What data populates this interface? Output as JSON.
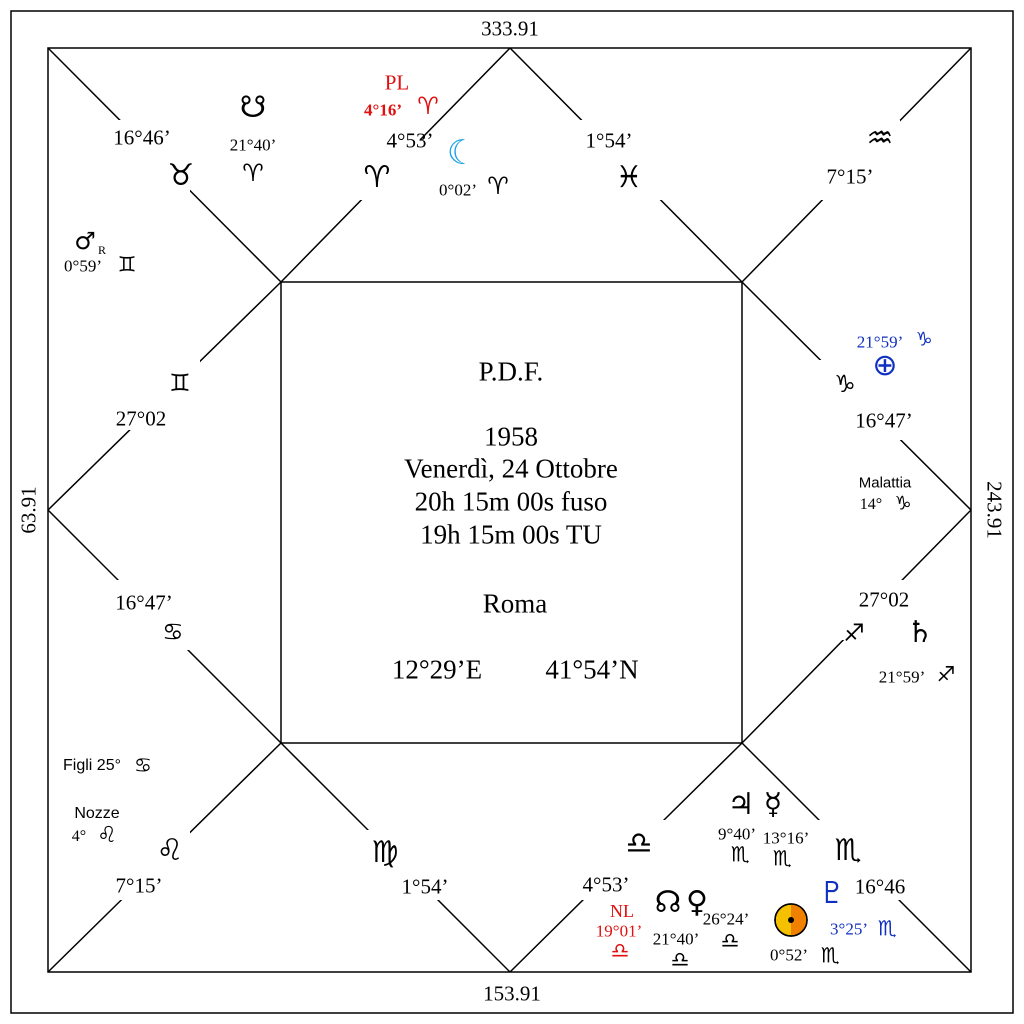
{
  "borders": {
    "top": "333.91",
    "right": "243.91",
    "bottom": "153.91",
    "left": "63.91"
  },
  "center": {
    "name": "P.D.F.",
    "year": "1958",
    "date": "Venerdì, 24 Ottobre",
    "local_time": "20h 15m 00s fuso",
    "ut_time": "19h 15m 00s TU",
    "place": "Roma",
    "longitude": "12°29’E",
    "latitude": "41°54’N"
  },
  "cusps": {
    "taurus_deg": "16°46’",
    "taurus_sign": "♉",
    "aries_deg": "4°53’",
    "aries_sign": "♈",
    "pisces_deg": "1°54’",
    "pisces_sign": "♓",
    "aquarius_deg": "7°15’",
    "aquarius_sign": "♒",
    "capricorn_sign": "♑",
    "capricorn_deg": "16°47’",
    "sagittarius_deg": "27°02",
    "sagittarius_sign": "♐",
    "scorpio_sign": "♏",
    "scorpio_deg": "16°46",
    "libra_sign": "♎",
    "libra_deg": "4°53’",
    "virgo_sign": "♍",
    "virgo_deg": "1°54’",
    "leo_sign": "♌",
    "leo_deg": "7°15’",
    "cancer_deg": "16°47’",
    "cancer_sign": "♋",
    "gemini_sign": "♊",
    "gemini_deg": "27°02"
  },
  "planets": {
    "south_node": {
      "glyph": "☋",
      "deg": "21°40’",
      "sign": "♈"
    },
    "full_moon": {
      "label": "PL",
      "deg": "4°16’",
      "sign": "♈",
      "color": "#e01010"
    },
    "moon": {
      "glyph": "☾",
      "deg": "0°02’",
      "sign": "♈",
      "color": "#1aa0e8"
    },
    "mars": {
      "glyph": "♂",
      "retro": "R",
      "deg": "0°59’",
      "sign": "♊"
    },
    "part_fortune": {
      "glyph": "⊕",
      "deg": "21°59’",
      "sign": "♑",
      "color": "#1030c0"
    },
    "malattia": {
      "label": "Malattia",
      "deg": "14°",
      "sign": "♑"
    },
    "saturn": {
      "glyph": "♄",
      "deg": "21°59’",
      "sign": "♐"
    },
    "jupiter": {
      "glyph": "♃",
      "deg": "9°40’",
      "sign": "♏"
    },
    "mercury": {
      "glyph": "☿",
      "deg": "13°16’",
      "sign": "♏"
    },
    "pluto": {
      "glyph": "♇",
      "deg": "3°25’",
      "sign": "♏",
      "color": "#1030c0"
    },
    "sun": {
      "deg": "0°52’",
      "sign": "♏",
      "color": "#f5c000"
    },
    "north_node": {
      "glyph": "☊",
      "deg": "21°40’",
      "sign": "♎"
    },
    "venus": {
      "glyph": "♀",
      "deg": "26°24’",
      "sign": "♎"
    },
    "new_moon": {
      "label": "NL",
      "deg": "19°01’",
      "sign": "♎",
      "color": "#e01010"
    },
    "figli": {
      "label": "Figli 25°",
      "sign": "♋"
    },
    "nozze": {
      "label": "Nozze",
      "deg": "4°",
      "sign": "♌"
    }
  }
}
